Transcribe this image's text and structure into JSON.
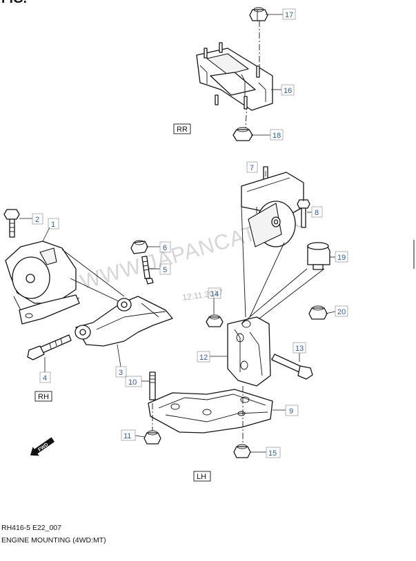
{
  "header_fragment": "FIG.",
  "locations": {
    "rr": "RR",
    "rh": "RH",
    "lh": "LH"
  },
  "watermark": "WWW.JAPANCATS.RU",
  "date_stamp": "12.11.2017",
  "fwd": "FWD",
  "callouts": {
    "c1": "1",
    "c2": "2",
    "c3": "3",
    "c4": "4",
    "c5": "5",
    "c6": "6",
    "c7": "7",
    "c8": "8",
    "c9": "9",
    "c10": "10",
    "c11": "11",
    "c12": "12",
    "c13": "13",
    "c14": "14",
    "c15": "15",
    "c16": "16",
    "c17": "17",
    "c18": "18",
    "c19": "19",
    "c20": "20"
  },
  "footer": {
    "code": "RH416-5 E22_007",
    "title": "ENGINE MOUNTING (4WD:MT)"
  }
}
